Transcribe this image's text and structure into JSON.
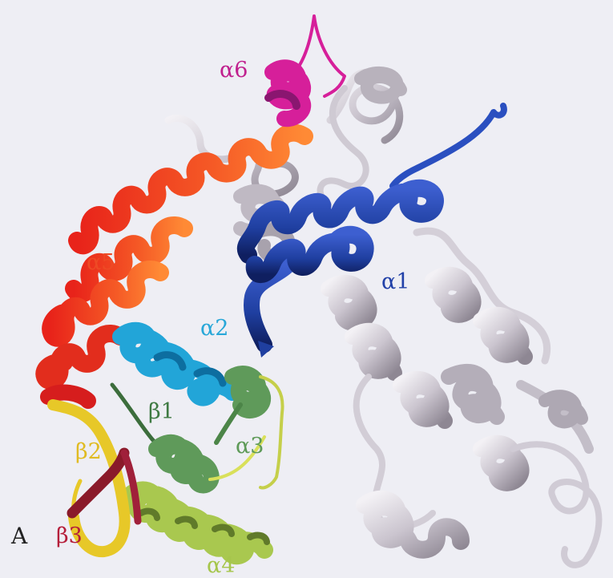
{
  "figure": {
    "panel_label": "A",
    "labels": {
      "a1": "α1",
      "a2": "α2",
      "a3": "α3",
      "a4": "α4",
      "a5": "α5",
      "a6": "α6",
      "b1": "β1",
      "b2": "β2",
      "b3": "β3"
    },
    "colors": {
      "background": "#eeeef4",
      "alpha1": "#1f3fa0",
      "alpha2": "#22a5d8",
      "alpha3": "#5f9a5a",
      "alpha4": "#a9c84f",
      "alpha5": "#f04a22",
      "alpha6": "#d61f9a",
      "beta1": "#3c6d3c",
      "beta2": "#e7c828",
      "beta3": "#a0203a",
      "other_domain": "#c9c4cc",
      "panel_label": "#222222"
    }
  }
}
